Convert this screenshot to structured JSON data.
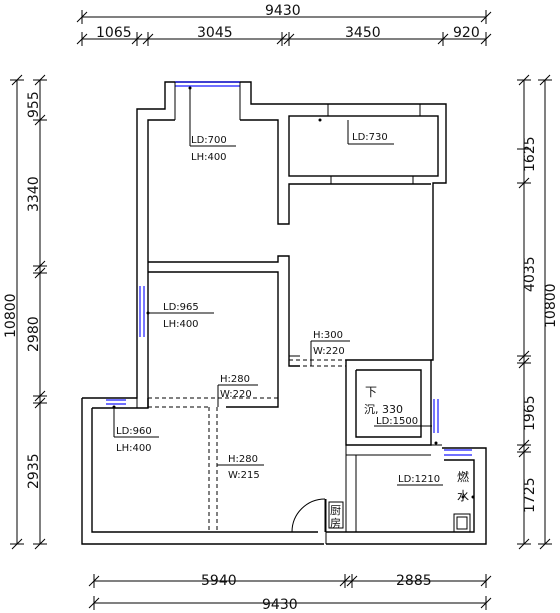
{
  "dimensions": {
    "top_total": "9430",
    "top_segments": [
      "1065",
      "3045",
      "3450",
      "920"
    ],
    "bottom_segments": [
      "5940",
      "2885"
    ],
    "bottom_total": "9430",
    "left_total": "10800",
    "left_segments": [
      "955",
      "3340",
      "2980",
      "2935"
    ],
    "right_total": "10800",
    "right_segments": [
      "1625",
      "4035",
      "1965",
      "1725"
    ]
  },
  "annotations": {
    "room1": {
      "ld": "LD:700",
      "lh": "LH:400"
    },
    "room2": {
      "ld": "LD:730"
    },
    "room3": {
      "ld": "LD:965",
      "lh": "LH:400"
    },
    "room4": {
      "ld": "LD:960",
      "lh": "LH:400"
    },
    "opening1": {
      "h": "H:300",
      "w": "W:220"
    },
    "opening2": {
      "h": "H:280",
      "w": "W:220"
    },
    "opening3": {
      "h": "H:280",
      "w": "W:215"
    },
    "sunken": {
      "mark": "下",
      "text": "沉, 330",
      "ld": "LD:1500"
    },
    "kitchen": {
      "ld": "LD:1210",
      "gas1": "燃",
      "gas2": "水"
    },
    "range_hood": {
      "c1": "厨",
      "c2": "房"
    }
  }
}
